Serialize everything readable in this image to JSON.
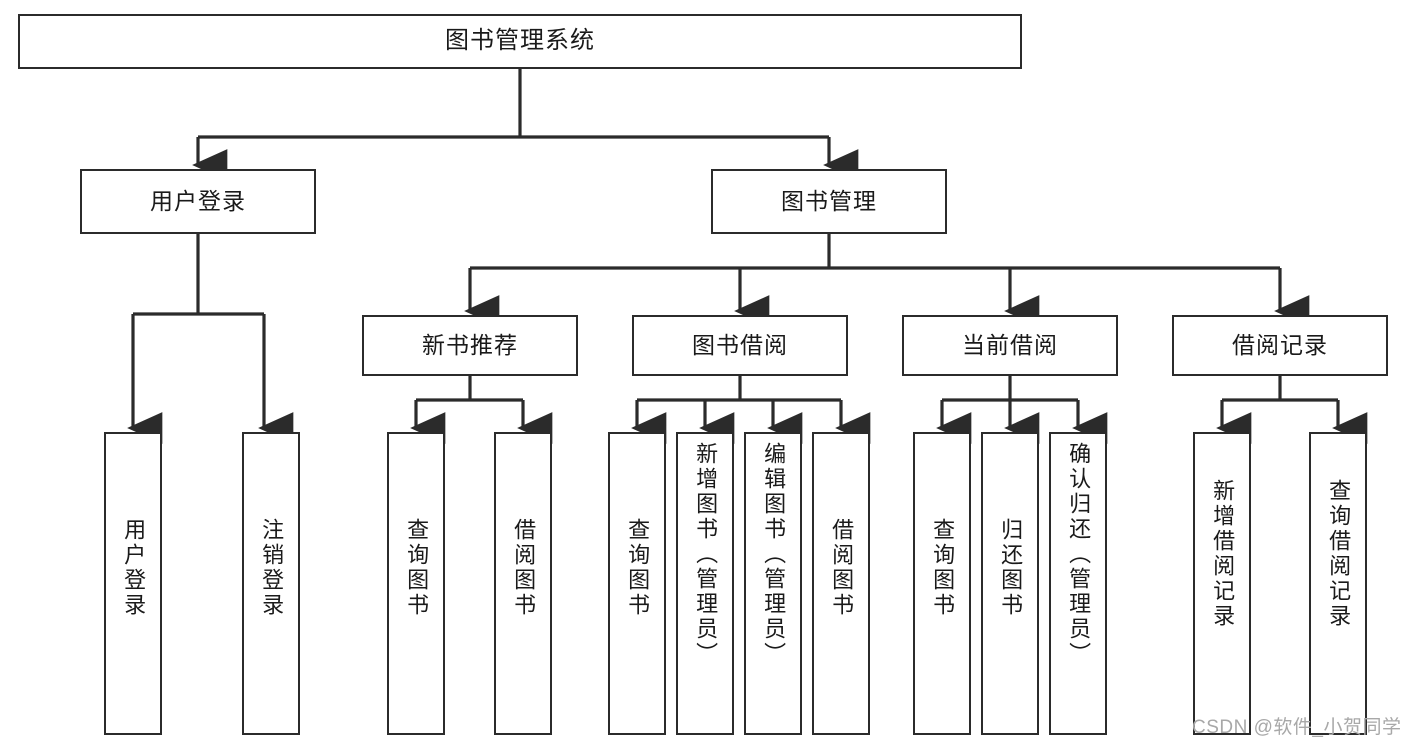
{
  "diagram": {
    "type": "tree-hierarchy",
    "title": "图书管理系统",
    "watermark": "CSDN @软件_小贺同学",
    "colors": {
      "stroke": "#2b2b2b",
      "fill": "#ffffff",
      "text": "#1a1a1a",
      "watermark": "#a8a8a8"
    },
    "nodes": {
      "root": {
        "label": "图书管理系统"
      },
      "level2": [
        {
          "id": "user-login",
          "label": "用户登录"
        },
        {
          "id": "book-management",
          "label": "图书管理"
        }
      ],
      "level3": [
        {
          "id": "new-book-recommend",
          "label": "新书推荐"
        },
        {
          "id": "book-borrow",
          "label": "图书借阅"
        },
        {
          "id": "current-borrow",
          "label": "当前借阅"
        },
        {
          "id": "borrow-record",
          "label": "借阅记录"
        }
      ],
      "leaves": {
        "user_login": [
          {
            "id": "leaf-user-login",
            "label": "用户登录"
          },
          {
            "id": "leaf-logout-login",
            "label": "注销登录"
          }
        ],
        "new_book_recommend": [
          {
            "id": "leaf-query-book-1",
            "label": "查询图书"
          },
          {
            "id": "leaf-borrow-book-1",
            "label": "借阅图书"
          }
        ],
        "book_borrow": [
          {
            "id": "leaf-query-book-2",
            "label": "查询图书"
          },
          {
            "id": "leaf-add-book",
            "label": "新增图书（管理员）"
          },
          {
            "id": "leaf-edit-book",
            "label": "编辑图书（管理员）"
          },
          {
            "id": "leaf-borrow-book-2",
            "label": "借阅图书"
          }
        ],
        "current_borrow": [
          {
            "id": "leaf-query-book-3",
            "label": "查询图书"
          },
          {
            "id": "leaf-return-book",
            "label": "归还图书"
          },
          {
            "id": "leaf-confirm-return",
            "label": "确认归还（管理员）"
          }
        ],
        "borrow_record": [
          {
            "id": "leaf-add-record",
            "label": "新增借阅记录"
          },
          {
            "id": "leaf-query-record",
            "label": "查询借阅记录"
          }
        ]
      }
    },
    "edges": [
      {
        "from": "root",
        "to": "user-login"
      },
      {
        "from": "root",
        "to": "book-management"
      },
      {
        "from": "user-login",
        "to": "leaf-user-login"
      },
      {
        "from": "user-login",
        "to": "leaf-logout-login"
      },
      {
        "from": "book-management",
        "to": "new-book-recommend"
      },
      {
        "from": "book-management",
        "to": "book-borrow"
      },
      {
        "from": "book-management",
        "to": "current-borrow"
      },
      {
        "from": "book-management",
        "to": "borrow-record"
      },
      {
        "from": "new-book-recommend",
        "to": "leaf-query-book-1"
      },
      {
        "from": "new-book-recommend",
        "to": "leaf-borrow-book-1"
      },
      {
        "from": "book-borrow",
        "to": "leaf-query-book-2"
      },
      {
        "from": "book-borrow",
        "to": "leaf-add-book"
      },
      {
        "from": "book-borrow",
        "to": "leaf-edit-book"
      },
      {
        "from": "book-borrow",
        "to": "leaf-borrow-book-2"
      },
      {
        "from": "current-borrow",
        "to": "leaf-query-book-3"
      },
      {
        "from": "current-borrow",
        "to": "leaf-return-book"
      },
      {
        "from": "current-borrow",
        "to": "leaf-confirm-return"
      },
      {
        "from": "borrow-record",
        "to": "leaf-add-record"
      },
      {
        "from": "borrow-record",
        "to": "leaf-query-record"
      }
    ]
  }
}
